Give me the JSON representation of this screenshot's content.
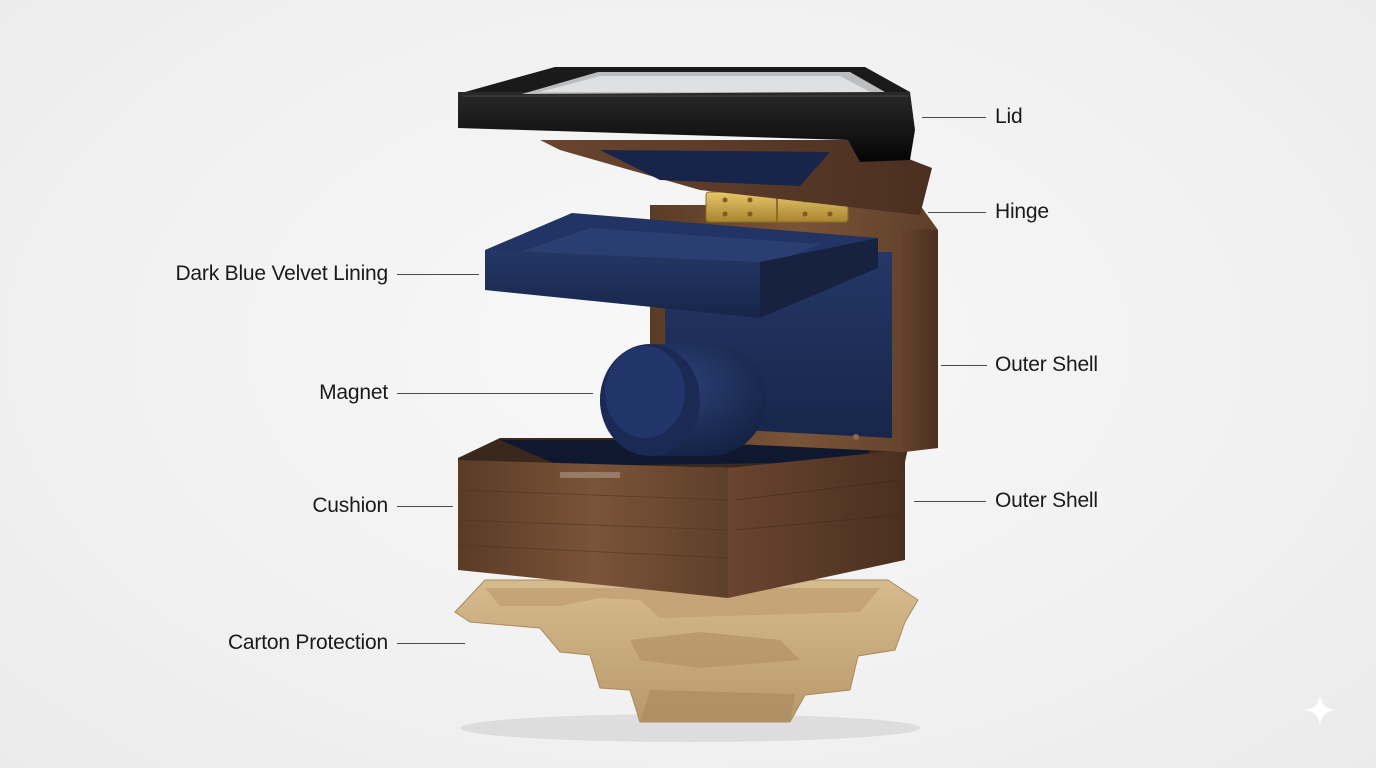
{
  "diagram": {
    "labels": {
      "lid": "Lid",
      "hinge": "Hinge",
      "velvet_lining": "Dark Blue Velvet Lining",
      "outer_shell_upper": "Outer Shell",
      "magnet": "Magnet",
      "cushion": "Cushion",
      "outer_shell_lower": "Outer Shell",
      "carton_protection": "Carton Protection"
    },
    "colors": {
      "lid_frame": "#0d0d0d",
      "walnut": "#6b4a33",
      "walnut_dark": "#4e3323",
      "velvet": "#1f2f5a",
      "velvet_dark": "#16223f",
      "brass": "#c9a24a",
      "carton": "#c8aa7c"
    }
  }
}
